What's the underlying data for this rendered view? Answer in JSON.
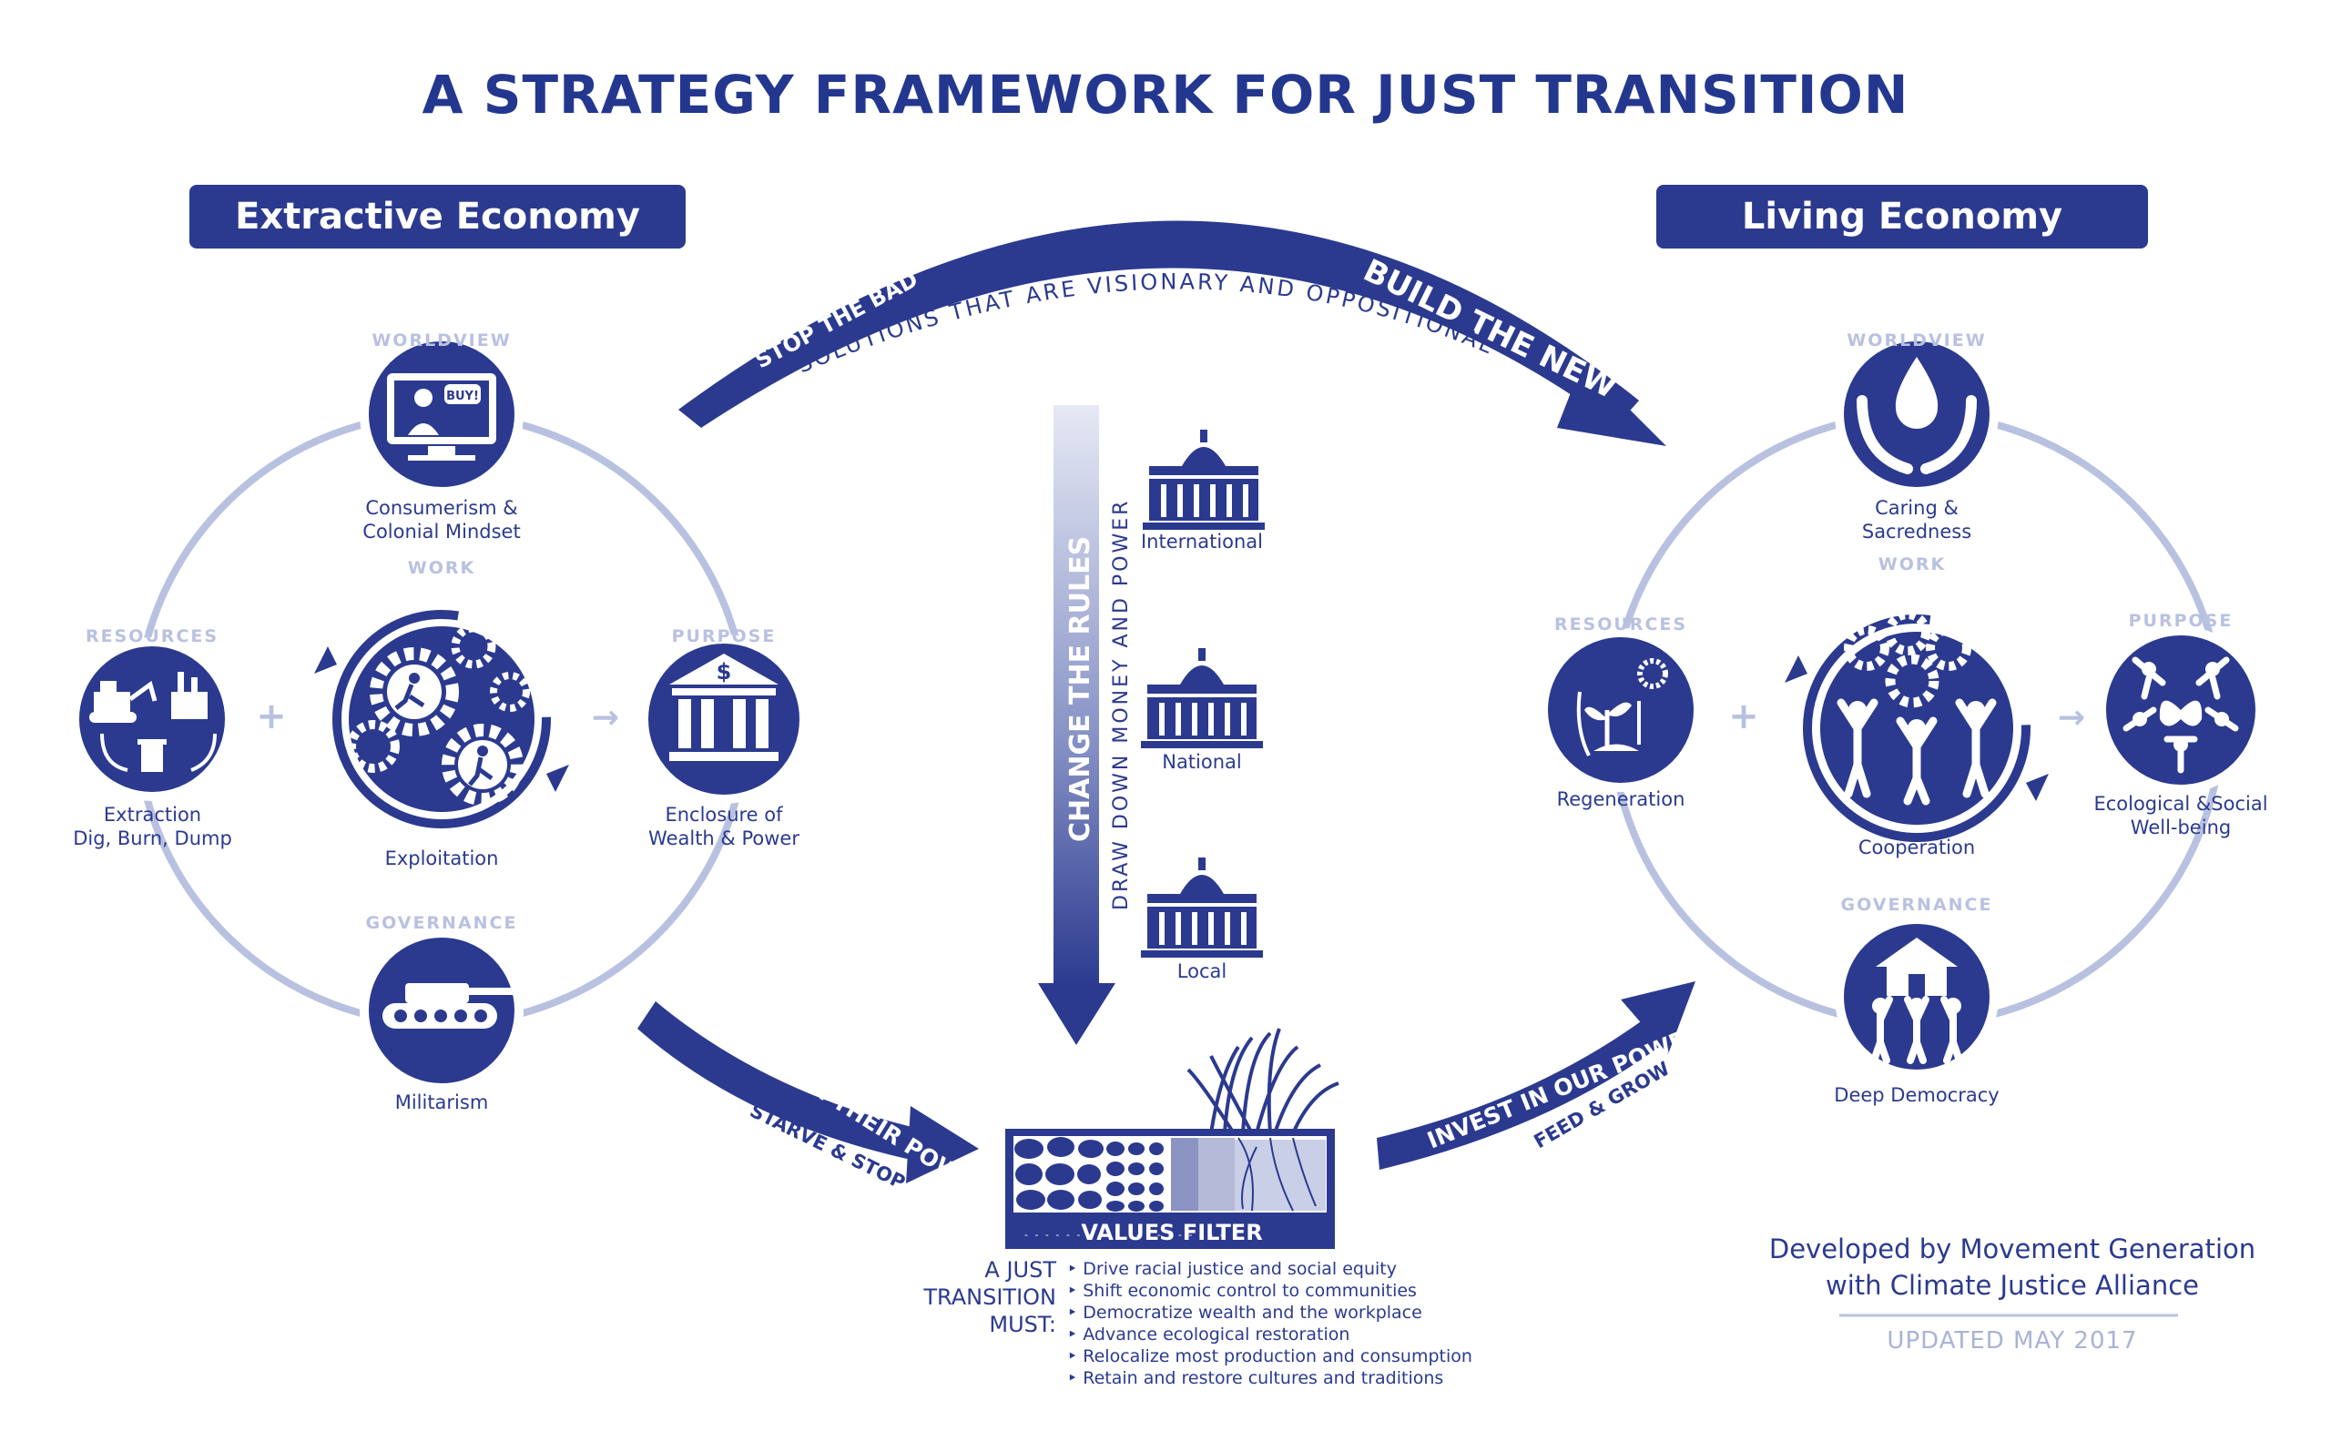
{
  "title": "A STRATEGY FRAMEWORK FOR JUST TRANSITION",
  "colors": {
    "primary": "#2b3a8f",
    "light": "#b9c1e0",
    "white": "#ffffff"
  },
  "extractive": {
    "header": "Extractive Economy",
    "worldview": {
      "tag": "WORLDVIEW",
      "label_line1": "Consumerism &",
      "label_line2": "Colonial Mindset",
      "icon": "tv-advert-icon",
      "bubble": "BUY!"
    },
    "work": {
      "tag": "WORK",
      "label": "Exploitation",
      "icon": "gears-workers-icon"
    },
    "resources": {
      "tag": "RESOURCES",
      "label_line1": "Extraction",
      "label_line2": "Dig, Burn, Dump",
      "icon": "bulldozer-factory-icon"
    },
    "purpose": {
      "tag": "PURPOSE",
      "label_line1": "Enclosure of",
      "label_line2": "Wealth & Power",
      "icon": "bank-icon",
      "symbol": "$"
    },
    "governance": {
      "tag": "GOVERNANCE",
      "label": "Militarism",
      "icon": "tank-icon"
    },
    "plus": "+",
    "arrow": "→"
  },
  "living": {
    "header": "Living Economy",
    "worldview": {
      "tag": "WORLDVIEW",
      "label_line1": "Caring &",
      "label_line2": "Sacredness",
      "icon": "hands-water-drop-icon"
    },
    "work": {
      "tag": "WORK",
      "label": "Cooperation",
      "icon": "gears-people-icon"
    },
    "resources": {
      "tag": "RESOURCES",
      "label": "Regeneration",
      "icon": "sprout-sun-icon"
    },
    "purpose": {
      "tag": "PURPOSE",
      "label_line1": "Ecological &Social",
      "label_line2": "Well-being",
      "icon": "butterfly-people-icon"
    },
    "governance": {
      "tag": "GOVERNANCE",
      "label": "Deep Democracy",
      "icon": "people-lifting-house-icon"
    },
    "plus": "+",
    "arrow": "→"
  },
  "top_arrow": {
    "left_text": "STOP THE BAD",
    "right_text": "BUILD THE NEW",
    "subtitle": "SOLUTIONS THAT ARE VISIONARY AND OPPOSITIONAL"
  },
  "change_rules": {
    "main": "CHANGE THE RULES",
    "sub": "DRAW DOWN MONEY AND POWER",
    "levels": [
      "International",
      "National",
      "Local"
    ]
  },
  "divest": {
    "main": "DIVEST FROM THEIR POWER",
    "sub": "STARVE & STOP"
  },
  "invest": {
    "main": "INVEST IN OUR POWER",
    "sub": "FEED & GROW"
  },
  "filter": {
    "label": "VALUES FILTER",
    "must_line1": "A JUST",
    "must_line2": "TRANSITION",
    "must_line3": "MUST:",
    "items": [
      "Drive racial justice and social equity",
      "Shift economic control to communities",
      "Democratize wealth and the workplace",
      "Advance ecological restoration",
      "Relocalize most production and consumption",
      "Retain and restore cultures and traditions"
    ]
  },
  "credit": {
    "line1": "Developed by Movement Generation",
    "line2": "with Climate Justice Alliance",
    "updated": "UPDATED MAY 2017"
  }
}
